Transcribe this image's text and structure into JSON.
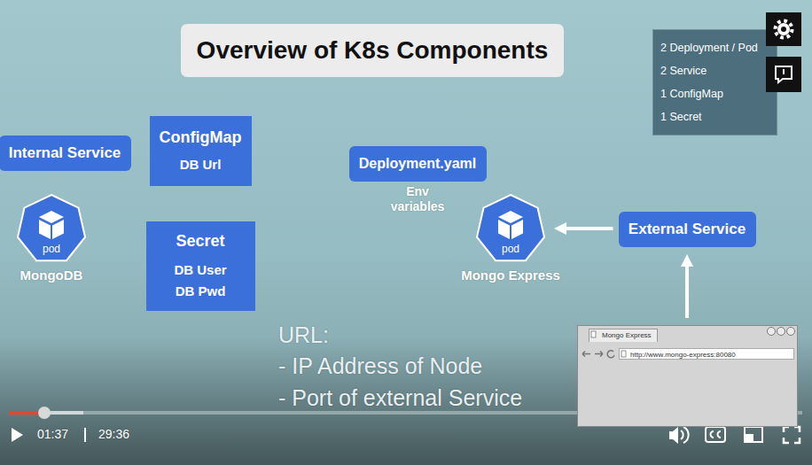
{
  "diagram": {
    "title": "Overview of K8s Components",
    "nodes": [
      {
        "text": [
          "Internal Service"
        ]
      },
      {
        "text": [
          "ConfigMap",
          "DB Url"
        ]
      },
      {
        "text": [
          "pod",
          "MongoDB"
        ]
      },
      {
        "text": [
          "Secret",
          "DB User",
          "DB Pwd"
        ]
      },
      {
        "text": [
          "Deployment.yaml",
          "Env variables"
        ]
      },
      {
        "text": [
          "pod",
          "Mongo Express"
        ]
      },
      {
        "text": [
          "External Service"
        ]
      },
      {
        "text": [
          "2 Deployment / Pod",
          "2 Service",
          "1 ConfigMap",
          "1 Secret"
        ]
      },
      {
        "text": [
          "Mongo Express",
          "http://www.mongo-express:80080"
        ]
      }
    ],
    "edges": [
      {
        "from": 6,
        "to": 5,
        "arrow": "to"
      },
      {
        "from": 8,
        "to": 6,
        "arrow": "to"
      }
    ],
    "labels": [
      "URL:",
      "- IP Address of Node",
      "- Port of external Service",
      "01:37",
      "29:36"
    ]
  }
}
